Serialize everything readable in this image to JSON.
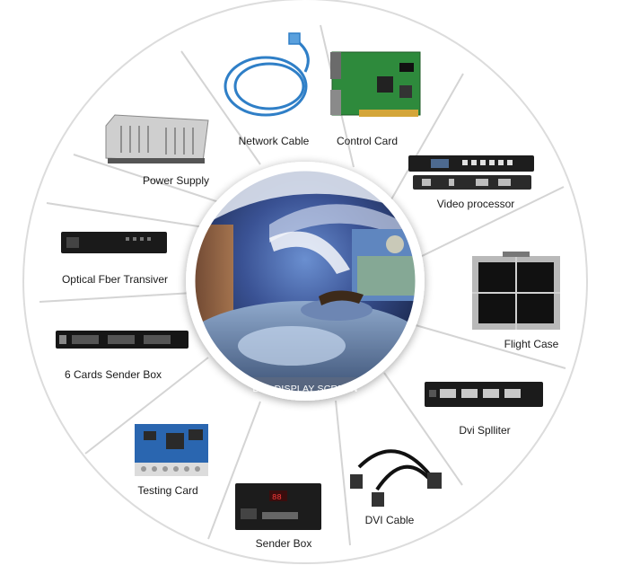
{
  "center": {
    "caption": "LED DISPLAY SCREEN"
  },
  "segments": [
    {
      "id": "network-cable",
      "label": "Network Cable",
      "icon": "network-cable-icon"
    },
    {
      "id": "control-card",
      "label": "Control Card",
      "icon": "control-card-icon"
    },
    {
      "id": "video-processor",
      "label": "Video processor",
      "icon": "video-processor-icon"
    },
    {
      "id": "flight-case",
      "label": "Flight Case",
      "icon": "flight-case-icon"
    },
    {
      "id": "dvi-splitter",
      "label": "Dvi Splliter",
      "icon": "dvi-splitter-icon"
    },
    {
      "id": "dvi-cable",
      "label": "DVI Cable",
      "icon": "dvi-cable-icon"
    },
    {
      "id": "sender-box",
      "label": "Sender Box",
      "icon": "sender-box-icon"
    },
    {
      "id": "testing-card",
      "label": "Testing Card",
      "icon": "testing-card-icon"
    },
    {
      "id": "six-cards-sender-box",
      "label": "6 Cards Sender Box",
      "icon": "six-cards-sender-box-icon"
    },
    {
      "id": "optical-fiber-transceiver",
      "label": "Optical Fber Transiver",
      "icon": "optical-fiber-transceiver-icon"
    },
    {
      "id": "power-supply",
      "label": "Power Supply",
      "icon": "power-supply-icon"
    }
  ],
  "colors": {
    "ring_border": "#dcdcdc",
    "divider": "#d4d4d4",
    "label_text": "#1a1a1a"
  }
}
